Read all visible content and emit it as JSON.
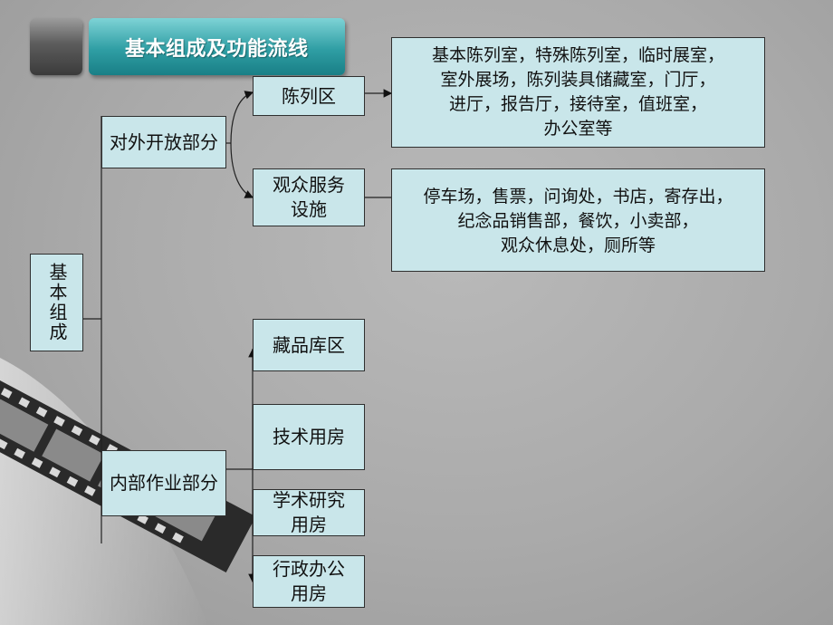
{
  "title": "基本组成及功能流线",
  "root": "基本组成",
  "branches": {
    "public": "对外开放部分",
    "internal": "内部作业部分"
  },
  "nodes": {
    "exhibit": "陈列区",
    "service_line1": "观众服务",
    "service_line2": "设施",
    "storage": "藏品库区",
    "tech": "技术用房",
    "research_line1": "学术研究",
    "research_line2": "用房",
    "admin_line1": "行政办公",
    "admin_line2": "用房"
  },
  "details": {
    "exhibit": [
      "基本陈列室，特殊陈列室，临时展室，",
      "室外展场，陈列装具储藏室，门厅，",
      "进厅，报告厅，接待室，值班室，",
      "办公室等"
    ],
    "service": [
      "停车场，售票，问询处，书店，寄存出，",
      "纪念品销售部，餐饮，小卖部，",
      "观众休息处，厕所等"
    ]
  }
}
